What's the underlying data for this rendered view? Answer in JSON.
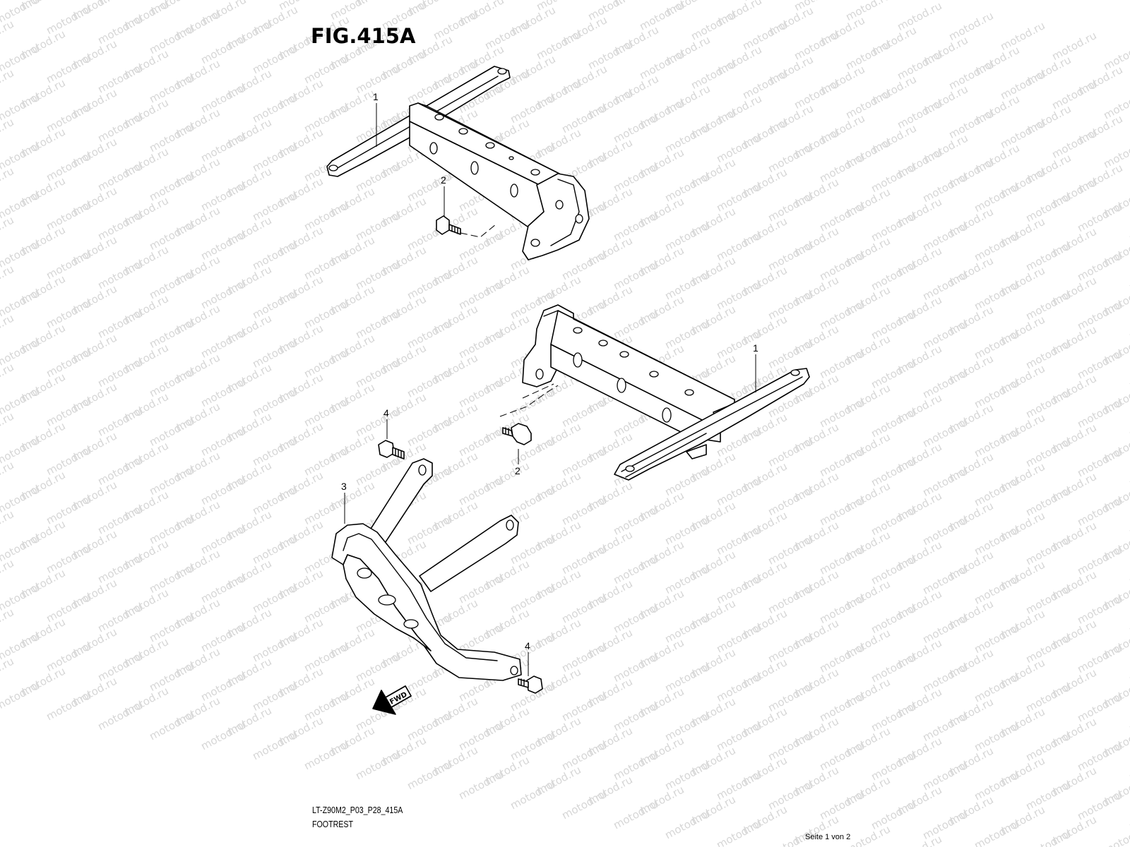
{
  "figure": {
    "title": "FIG.415A",
    "drawing_code": "LT-Z90M2_P03_P28_415A",
    "name": "FOOTREST",
    "page_info": "Seite 1 von 2",
    "watermark_text": "motod.ru",
    "fwd_label": "FWD"
  },
  "callouts": [
    {
      "id": "callout-1-top",
      "label": "1"
    },
    {
      "id": "callout-2-top",
      "label": "2"
    },
    {
      "id": "callout-1-right",
      "label": "1"
    },
    {
      "id": "callout-4-upper",
      "label": "4"
    },
    {
      "id": "callout-2-lower",
      "label": "2"
    },
    {
      "id": "callout-3",
      "label": "3"
    },
    {
      "id": "callout-4-lower",
      "label": "4"
    }
  ],
  "colors": {
    "ink": "#000000",
    "watermark": "#d6d6d6",
    "background": "#ffffff"
  }
}
